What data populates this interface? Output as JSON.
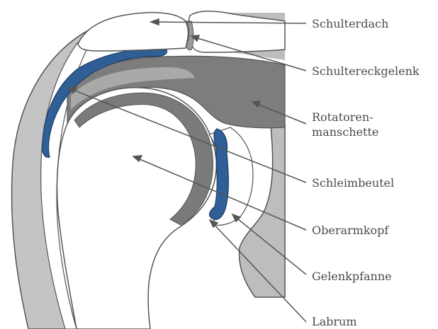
{
  "colors": {
    "bone_outline": "#555555",
    "bone_fill": "#ffffff",
    "tissue_light": "#bdbdbd",
    "tissue_dark": "#7d7d7d",
    "bursa_blue": "#2f5f96",
    "bursa_outline": "#1f3f66",
    "leader": "#555555",
    "label_text": "#4a4a4a"
  },
  "labels": [
    {
      "id": "schulterdach",
      "lines": [
        "Schulterdach"
      ]
    },
    {
      "id": "schultereckgelenk",
      "lines": [
        "Schultereckgelenk"
      ]
    },
    {
      "id": "rotatorenmanschette",
      "lines": [
        "Rotatoren-",
        "manschette"
      ]
    },
    {
      "id": "schleimbeutel",
      "lines": [
        "Schleimbeutel"
      ]
    },
    {
      "id": "oberarmkopf",
      "lines": [
        "Oberarmkopf"
      ]
    },
    {
      "id": "gelenkpfanne",
      "lines": [
        "Gelenkpfanne"
      ]
    },
    {
      "id": "labrum",
      "lines": [
        "Labrum"
      ]
    }
  ]
}
